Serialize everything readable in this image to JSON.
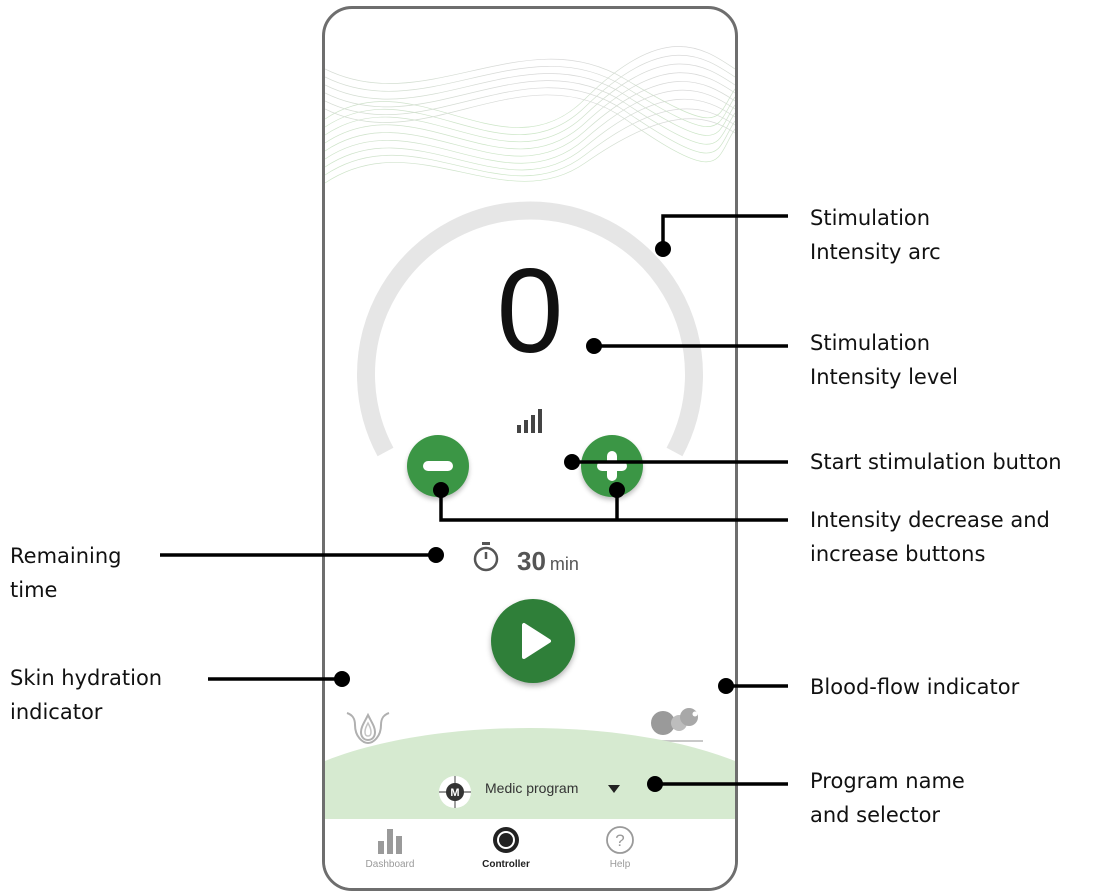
{
  "device": {
    "intensity_value": "0",
    "intensity_arc_level": 0,
    "timer": {
      "value": "30",
      "unit": "min"
    },
    "program": {
      "name": "Medic program",
      "logo_letter": "M"
    },
    "nav": [
      {
        "label": "Dashboard",
        "icon": "bar-chart-icon",
        "active": false
      },
      {
        "label": "Controller",
        "icon": "dial-icon",
        "active": true
      },
      {
        "label": "Help",
        "icon": "question-icon",
        "active": false
      }
    ],
    "colors": {
      "button_green": "#3b9645",
      "play_green": "#2f7f39",
      "program_band": "#d6ead0",
      "arc_track": "#e6e6e6"
    }
  },
  "callouts": {
    "arc": {
      "line1": "Stimulation",
      "line2": "Intensity arc"
    },
    "level": {
      "line1": "Stimulation",
      "line2": "Intensity level"
    },
    "buttons": {
      "line1": "Intensity decrease and",
      "line2": "increase buttons"
    },
    "remaining": {
      "line1": "Remaining",
      "line2": "time"
    },
    "start": {
      "line1": "Start stimulation button"
    },
    "hydration": {
      "line1": "Skin hydration",
      "line2": "indicator"
    },
    "bloodflow": {
      "line1": "Blood-flow indicator"
    },
    "program": {
      "line1": "Program name",
      "line2": "and selector"
    }
  }
}
